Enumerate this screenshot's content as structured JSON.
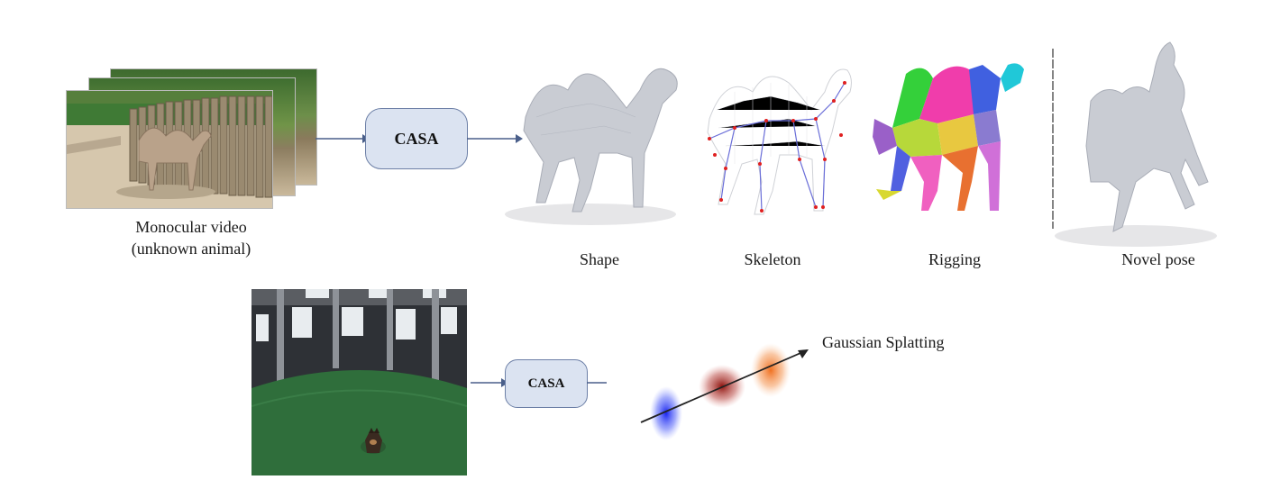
{
  "top_row": {
    "input_caption_line1": "Monocular video",
    "input_caption_line2": "(unknown animal)",
    "method_label": "CASA",
    "outputs": [
      {
        "label": "Shape"
      },
      {
        "label": "Skeleton"
      },
      {
        "label": "Rigging"
      },
      {
        "label": "Novel pose"
      }
    ]
  },
  "bottom_row": {
    "method_label": "CASA",
    "output_label": "Gaussian Splatting"
  },
  "colors": {
    "box_fill": "#dbe3f1",
    "box_border": "#6c7fa6",
    "arrow": "#4a5f8a",
    "mesh": "#c8ccd3",
    "grass": "#2e6b3a",
    "gaussian_blue": "#2233ee",
    "gaussian_red": "#9b1c14",
    "gaussian_orange": "#f08030"
  }
}
